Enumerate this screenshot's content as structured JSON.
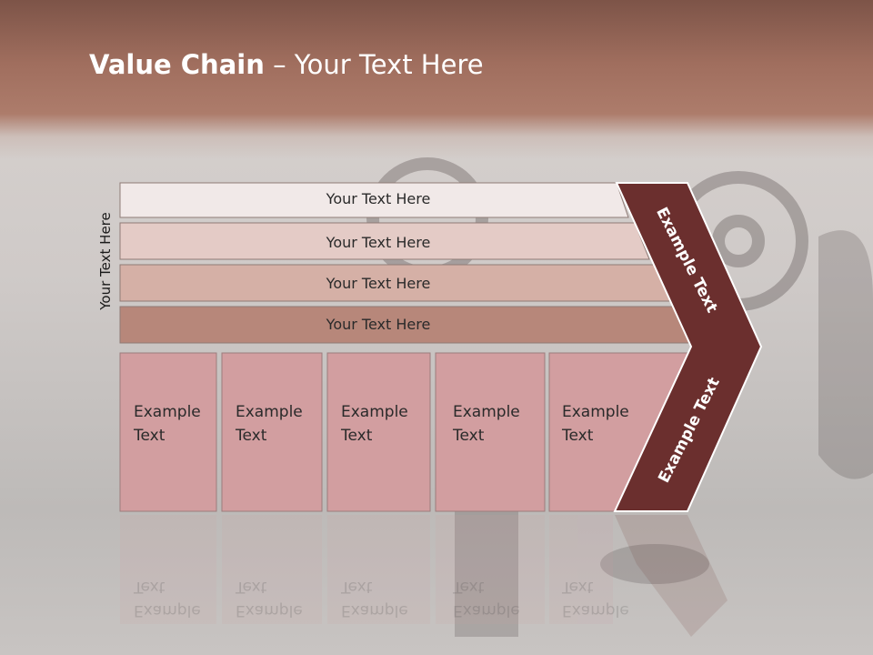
{
  "slide": {
    "title_bold": "Value Chain",
    "title_rest": " – Your Text Here",
    "side_label": "Your Text Here"
  },
  "rows": [
    {
      "label": "Your Text Here"
    },
    {
      "label": "Your Text Here"
    },
    {
      "label": "Your Text Here"
    },
    {
      "label": "Your Text Here"
    }
  ],
  "boxes": [
    {
      "line1": "Example",
      "line2": "Text"
    },
    {
      "line1": "Example",
      "line2": "Text"
    },
    {
      "line1": "Example",
      "line2": "Text"
    },
    {
      "line1": "Example",
      "line2": "Text"
    },
    {
      "line1": "Example",
      "line2": "Text"
    }
  ],
  "chevron": {
    "upper_label": "Example Text",
    "lower_label": "Example Text"
  },
  "colors": {
    "header": "#a06e5e",
    "chevron": "#6b2f2e",
    "box_fill": "#d29ea0",
    "row_fills": [
      "#f1e9e8",
      "#e4cbc6",
      "#d5b0a6",
      "#b7877a"
    ]
  }
}
